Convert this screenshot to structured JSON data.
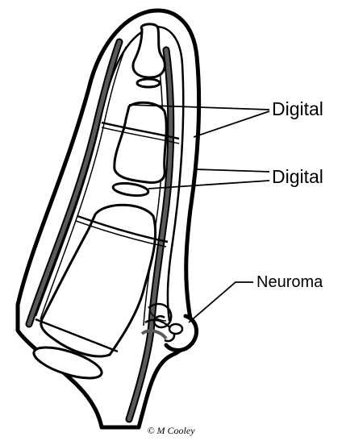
{
  "labels": {
    "digital_upper": "Digital",
    "digital_lower": "Digital",
    "neuroma": "Neuroma"
  },
  "credit": "© M Cooley",
  "colors": {
    "ink": "#000000",
    "nerve": "#5a5a5a",
    "background": "#ffffff"
  }
}
